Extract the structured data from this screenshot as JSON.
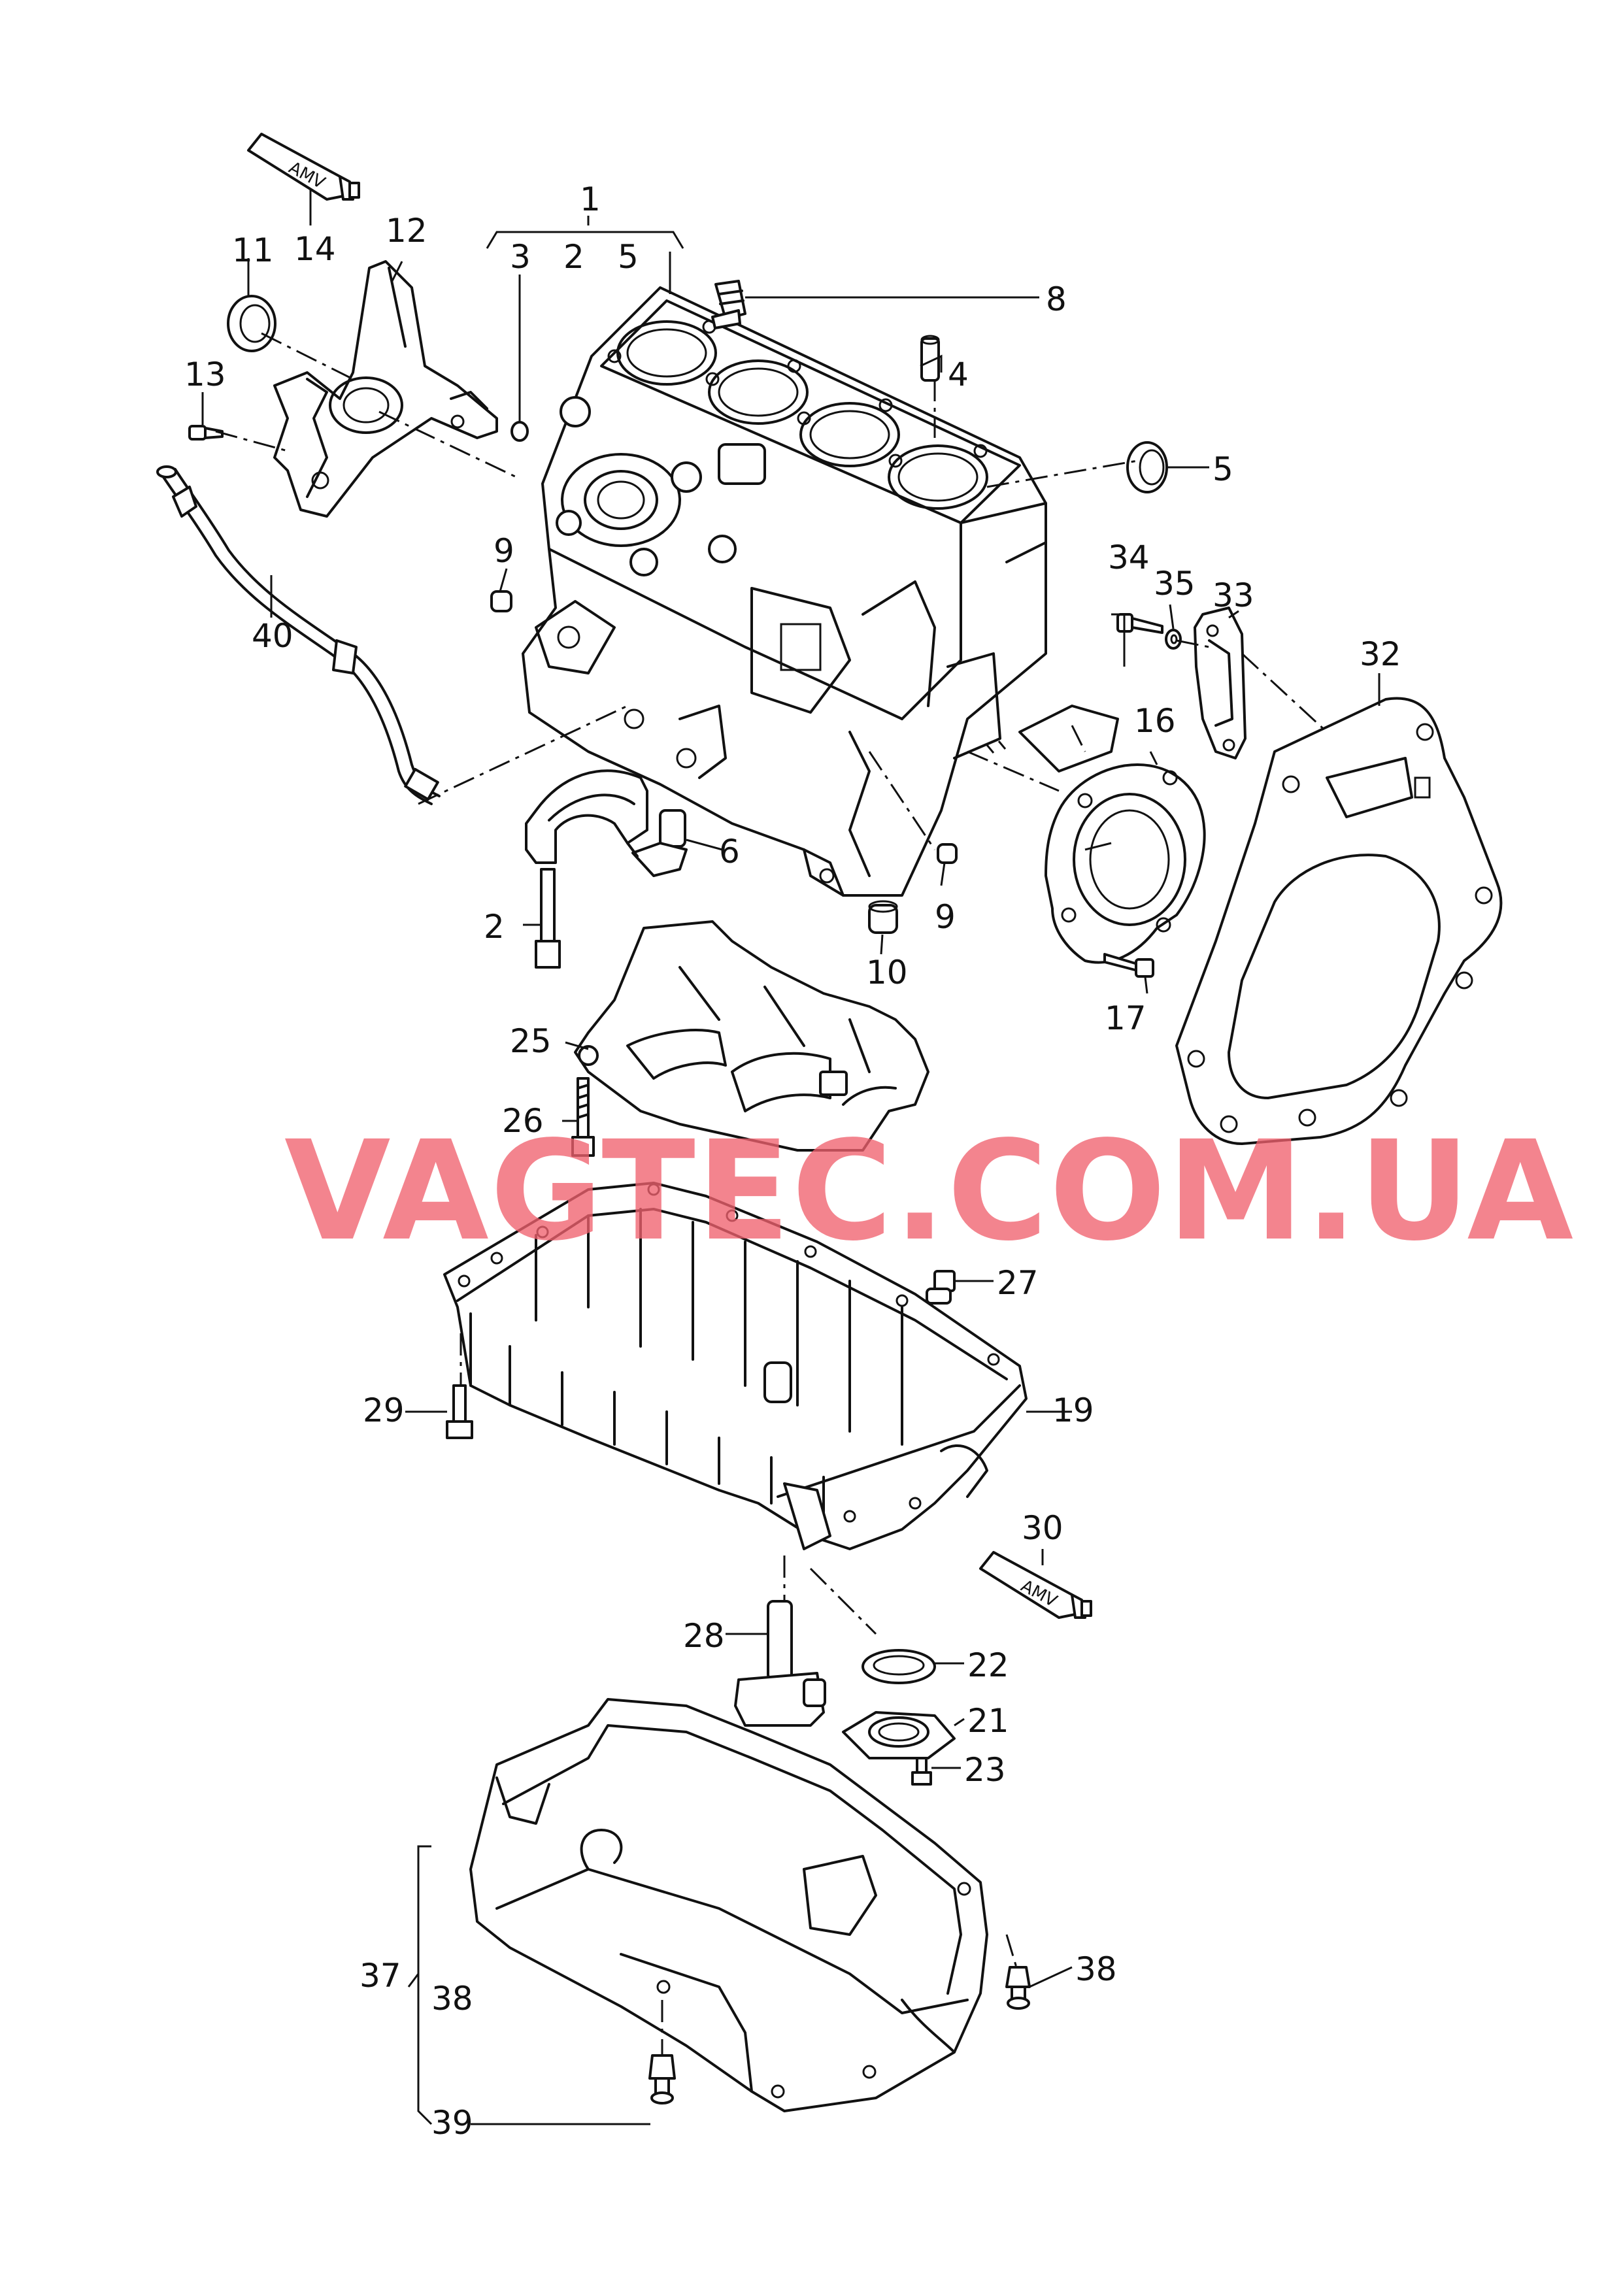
{
  "watermark": "VAGTEC.COM.UA",
  "sealant_tube_text": "AMV",
  "callouts": {
    "c1": "1",
    "c2a": "2",
    "c3": "3",
    "c2b": "2",
    "c5a": "5",
    "c4": "4",
    "c5b": "5",
    "c6": "6",
    "c8": "8",
    "c9a": "9",
    "c9b": "9",
    "c10": "10",
    "c11": "11",
    "c12": "12",
    "c13": "13",
    "c14": "14",
    "c16": "16",
    "c17": "17",
    "c19": "19",
    "c21": "21",
    "c22": "22",
    "c23": "23",
    "c25": "25",
    "c26": "26",
    "c27": "27",
    "c28": "28",
    "c29": "29",
    "c30": "30",
    "c32": "32",
    "c33": "33",
    "c34": "34",
    "c35": "35",
    "c37": "37",
    "c38a": "38",
    "c38b": "38",
    "c39": "39",
    "c40": "40"
  }
}
